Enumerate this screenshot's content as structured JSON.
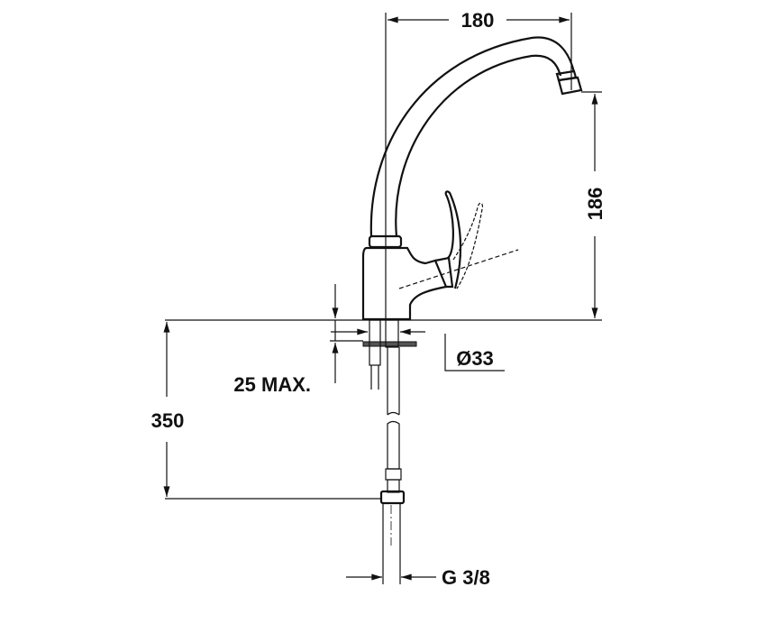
{
  "drawing": {
    "dimensions": {
      "spout_reach": "180",
      "spout_height": "186",
      "max_countertop_thickness": "25 MAX.",
      "hose_length": "350",
      "hole_diameter": "Ø33",
      "connection_thread": "G 3/8"
    },
    "line_color": "#111111",
    "background_color": "#ffffff"
  }
}
